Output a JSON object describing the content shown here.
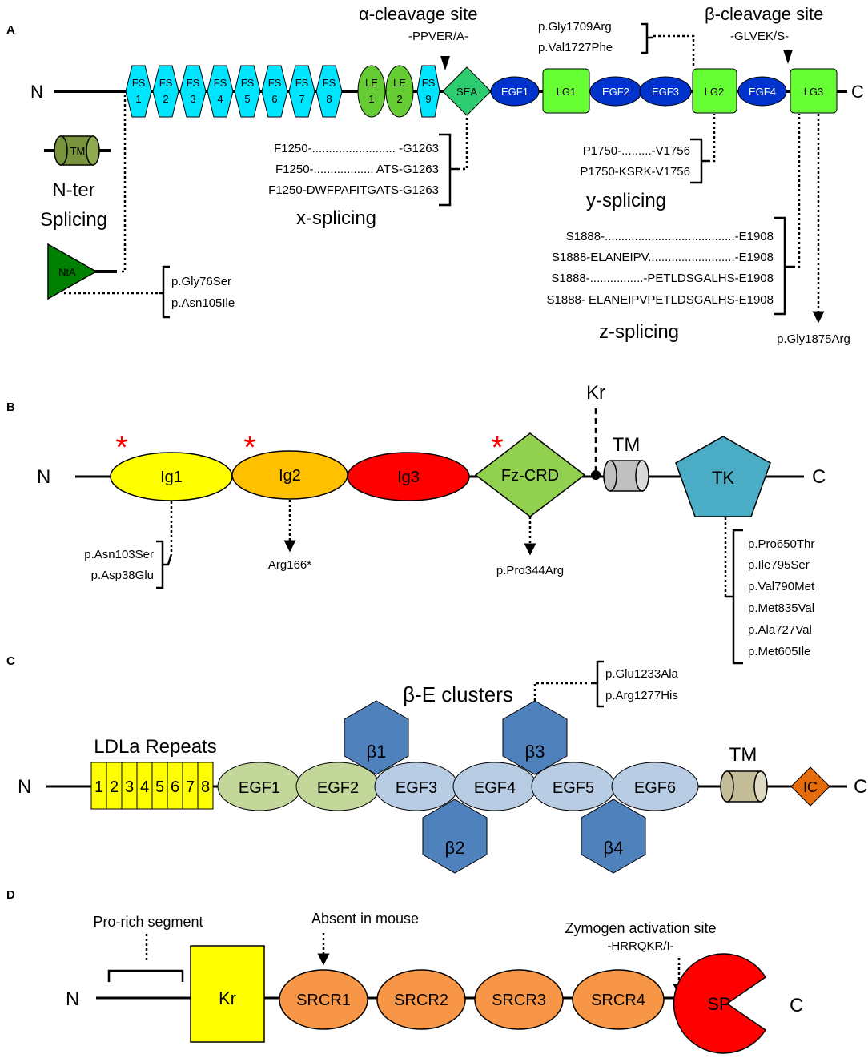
{
  "panelA": {
    "letter": "A",
    "n_term": "N",
    "c_term": "C",
    "alpha_site": "α-cleavage site",
    "alpha_seq": "-PPVER/A-",
    "beta_site": "β-cleavage site",
    "beta_seq": "-GLVEK/S-",
    "fs": [
      {
        "t": "FS",
        "n": "1"
      },
      {
        "t": "FS",
        "n": "2"
      },
      {
        "t": "FS",
        "n": "3"
      },
      {
        "t": "FS",
        "n": "4"
      },
      {
        "t": "FS",
        "n": "5"
      },
      {
        "t": "FS",
        "n": "6"
      },
      {
        "t": "FS",
        "n": "7"
      },
      {
        "t": "FS",
        "n": "8"
      }
    ],
    "le1": {
      "t": "LE",
      "n": "1"
    },
    "le2": {
      "t": "LE",
      "n": "2"
    },
    "fs9": {
      "t": "FS",
      "n": "9"
    },
    "sea": "SEA",
    "egf1": "EGF1",
    "lg1": "LG1",
    "egf2": "EGF2",
    "egf3": "EGF3",
    "lg2": "LG2",
    "egf4": "EGF4",
    "lg3": "LG3",
    "tm": "TM",
    "nter_label_1": "N-ter",
    "nter_label_2": "Splicing",
    "nta": "NtA",
    "nta_muts": [
      "p.Gly76Ser",
      "p.Asn105Ile"
    ],
    "lg2_muts": [
      "p.Gly1709Arg",
      "p.Val1727Phe"
    ],
    "x_lines": [
      "F1250-......................... -G1263",
      "F1250-.................. ATS-G1263",
      "F1250-DWFPAFITGATS-G1263"
    ],
    "x_label": "x-splicing",
    "y_lines": [
      "P1750-.........-V1756",
      "P1750-KSRK-V1756"
    ],
    "y_label": "y-splicing",
    "z_lines": [
      "S1888-.......................................-E1908",
      "S1888-ELANEIPV..........................-E1908",
      "S1888-................-PETLDSGALHS-E1908",
      "S1888- ELANEIPVPETLDSGALHS-E1908"
    ],
    "z_label": "z-splicing",
    "lg3_mut": "p.Gly1875Arg"
  },
  "panelB": {
    "letter": "B",
    "n_term": "N",
    "c_term": "C",
    "kr": "Kr",
    "tm": "TM",
    "ig1": "Ig1",
    "ig2": "Ig2",
    "ig3": "Ig3",
    "fz": "Fz-CRD",
    "tk": "TK",
    "star": "*",
    "ig1_muts": [
      "p.Asn103Ser",
      "p.Asp38Glu"
    ],
    "ig2_mut": "Arg166*",
    "fz_mut": "p.Pro344Arg",
    "tk_muts": [
      "p.Pro650Thr",
      "p.Ile795Ser",
      "p.Val790Met",
      "p.Met835Val",
      "p.Ala727Val",
      "p.Met605Ile"
    ],
    "colors": {
      "ig1": "#ffff00",
      "ig2": "#ffc000",
      "ig3": "#ff0000",
      "fz": "#92d050",
      "tk": "#4bacc6",
      "tm": "#bfbfbf"
    }
  },
  "panelC": {
    "letter": "C",
    "n_term": "N",
    "c_term": "C",
    "ldla_label": "LDLa Repeats",
    "ldla": [
      "1",
      "2",
      "3",
      "4",
      "5",
      "6",
      "7",
      "8"
    ],
    "egf": [
      "EGF1",
      "EGF2",
      "EGF3",
      "EGF4",
      "EGF5",
      "EGF6"
    ],
    "beta": [
      "β1",
      "β2",
      "β3",
      "β4"
    ],
    "be_label": "β-E clusters",
    "be_muts": [
      "p.Glu1233Ala",
      "p.Arg1277His"
    ],
    "tm": "TM",
    "ic": "IC",
    "colors": {
      "ldla": "#ffff00",
      "egf_light_green": "#c4d79b",
      "egf_light_blue": "#b8cce4",
      "beta": "#4f81bd",
      "tm": "#c4bd97",
      "ic": "#e46c0a"
    }
  },
  "panelD": {
    "letter": "D",
    "n_term": "N",
    "c_term": "C",
    "pro_rich": "Pro-rich segment",
    "absent": "Absent in mouse",
    "zymogen": "Zymogen activation site",
    "zymogen_seq": "-HRRQKR/I-",
    "kr": "Kr",
    "srcr": [
      "SRCR1",
      "SRCR2",
      "SRCR3",
      "SRCR4"
    ],
    "sp": "SP",
    "colors": {
      "kr": "#ffff00",
      "srcr": "#f79646",
      "sp": "#ff0000"
    }
  }
}
